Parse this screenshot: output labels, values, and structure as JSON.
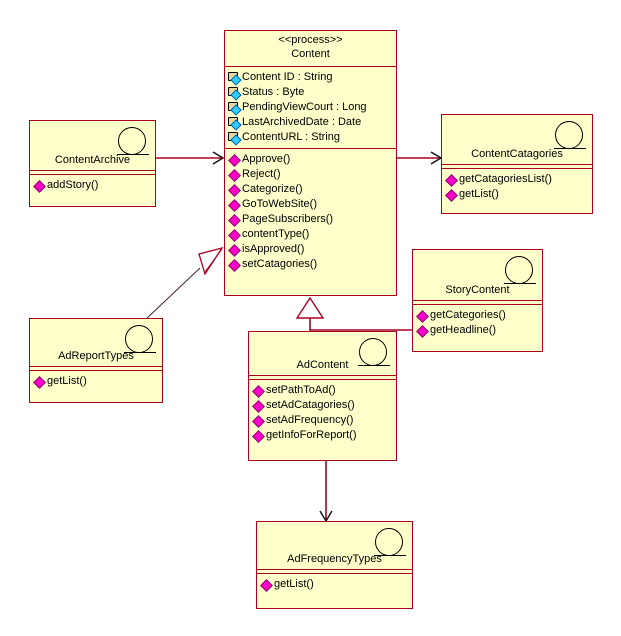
{
  "diagram": {
    "type": "uml-class-diagram",
    "background": "#ffffff",
    "class_fill": "#ffffcc",
    "class_border": "#aa0022",
    "attribute_icon": "private-attribute-icon",
    "operation_icon": "public-operation-icon",
    "interface_icon": "interface-lollipop-icon"
  },
  "classes": [
    {
      "id": "content",
      "name": "Content",
      "stereotype": "<<process>>",
      "has_interface_icon": false,
      "attributes": [
        {
          "icon": "private-attribute-icon",
          "label": "Content ID : String"
        },
        {
          "icon": "private-attribute-icon",
          "label": "Status : Byte"
        },
        {
          "icon": "private-attribute-icon",
          "label": "PendingViewCourt : Long"
        },
        {
          "icon": "private-attribute-icon",
          "label": "LastArchivedDate : Date"
        },
        {
          "icon": "private-attribute-icon",
          "label": "ContentURL : String"
        }
      ],
      "operations": [
        {
          "icon": "public-operation-icon",
          "label": "Approve()"
        },
        {
          "icon": "public-operation-icon",
          "label": "Reject()"
        },
        {
          "icon": "public-operation-icon",
          "label": "Categorize()"
        },
        {
          "icon": "public-operation-icon",
          "label": "GoToWebSite()"
        },
        {
          "icon": "public-operation-icon",
          "label": "PageSubscribers()"
        },
        {
          "icon": "public-operation-icon",
          "label": "contentType()"
        },
        {
          "icon": "public-operation-icon",
          "label": "isApproved()"
        },
        {
          "icon": "public-operation-icon",
          "label": "setCatagories()"
        }
      ]
    },
    {
      "id": "contentarchive",
      "name": "ContentArchive",
      "stereotype": "",
      "has_interface_icon": true,
      "attributes": [],
      "operations": [
        {
          "icon": "public-operation-icon",
          "label": "addStory()"
        }
      ]
    },
    {
      "id": "contentcatagories",
      "name": "ContentCatagories",
      "stereotype": "",
      "has_interface_icon": true,
      "attributes": [],
      "operations": [
        {
          "icon": "public-operation-icon",
          "label": "getCatagoriesList()"
        },
        {
          "icon": "public-operation-icon",
          "label": "getList()"
        }
      ]
    },
    {
      "id": "adreporttypes",
      "name": "AdReportTypes",
      "stereotype": "",
      "has_interface_icon": true,
      "attributes": [],
      "operations": [
        {
          "icon": "public-operation-icon",
          "label": "getList()"
        }
      ]
    },
    {
      "id": "storycontent",
      "name": "StoryContent",
      "stereotype": "",
      "has_interface_icon": true,
      "attributes": [],
      "operations": [
        {
          "icon": "public-operation-icon",
          "label": "getCategories()"
        },
        {
          "icon": "public-operation-icon",
          "label": "getHeadline()"
        }
      ]
    },
    {
      "id": "adcontent",
      "name": "AdContent",
      "stereotype": "",
      "has_interface_icon": true,
      "attributes": [],
      "operations": [
        {
          "icon": "public-operation-icon",
          "label": "setPathToAd()"
        },
        {
          "icon": "public-operation-icon",
          "label": "setAdCatagories()"
        },
        {
          "icon": "public-operation-icon",
          "label": "setAdFrequency()"
        },
        {
          "icon": "public-operation-icon",
          "label": "getInfoForReport()"
        }
      ]
    },
    {
      "id": "adfrequencytypes",
      "name": "AdFrequencyTypes",
      "stereotype": "",
      "has_interface_icon": true,
      "attributes": [],
      "operations": [
        {
          "icon": "public-operation-icon",
          "label": "getList()"
        }
      ]
    }
  ],
  "relationships": [
    {
      "from": "ContentArchive",
      "to": "Content",
      "type": "association-arrow"
    },
    {
      "from": "Content",
      "to": "ContentCatagories",
      "type": "association-arrow"
    },
    {
      "from": "AdReportTypes",
      "to": "Content",
      "type": "generalization"
    },
    {
      "from": "AdContent",
      "to": "Content",
      "type": "generalization"
    },
    {
      "from": "StoryContent",
      "to": "Content",
      "type": "generalization"
    },
    {
      "from": "AdContent",
      "to": "AdFrequencyTypes",
      "type": "association-arrow"
    }
  ]
}
